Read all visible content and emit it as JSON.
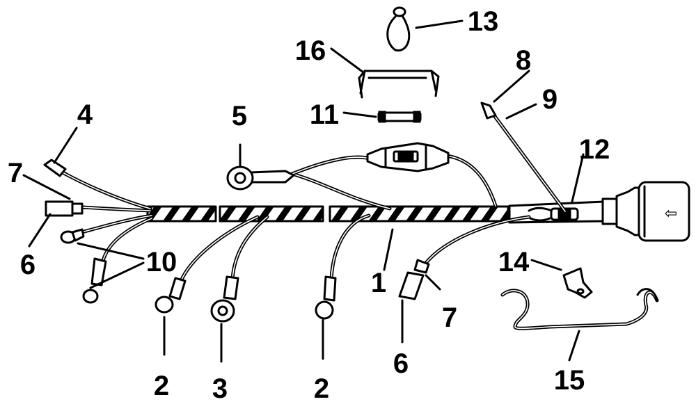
{
  "callouts": [
    {
      "id": "c1",
      "label": "1"
    },
    {
      "id": "c2a",
      "label": "2"
    },
    {
      "id": "c2b",
      "label": "2"
    },
    {
      "id": "c3",
      "label": "3"
    },
    {
      "id": "c4",
      "label": "4"
    },
    {
      "id": "c5",
      "label": "5"
    },
    {
      "id": "c6a",
      "label": "6"
    },
    {
      "id": "c6b",
      "label": "6"
    },
    {
      "id": "c7a",
      "label": "7"
    },
    {
      "id": "c7b",
      "label": "7"
    },
    {
      "id": "c8",
      "label": "8"
    },
    {
      "id": "c9",
      "label": "9"
    },
    {
      "id": "c10",
      "label": "10"
    },
    {
      "id": "c11",
      "label": "11"
    },
    {
      "id": "c12",
      "label": "12"
    },
    {
      "id": "c13",
      "label": "13"
    },
    {
      "id": "c14",
      "label": "14"
    },
    {
      "id": "c15",
      "label": "15"
    },
    {
      "id": "c16",
      "label": "16"
    }
  ],
  "plug_arrow_glyph": "⇦"
}
